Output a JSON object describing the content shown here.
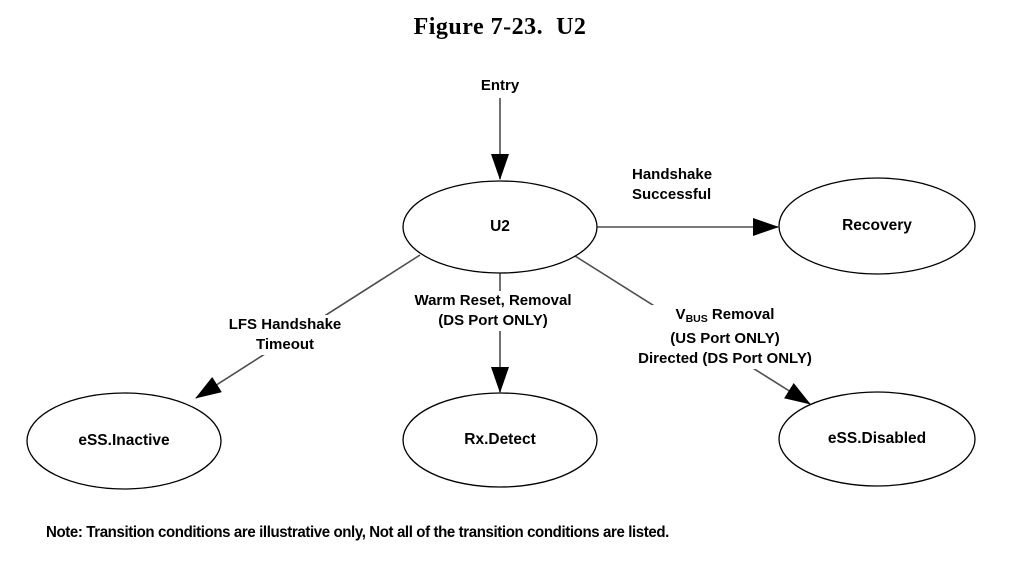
{
  "figure": {
    "title": "Figure 7-23.  U2",
    "note": "Note: Transition conditions are illustrative only, Not all of the transition conditions are listed."
  },
  "entry": {
    "label": "Entry"
  },
  "states": {
    "u2": {
      "label": "U2"
    },
    "recovery": {
      "label": "Recovery"
    },
    "ess_inactive": {
      "label": "eSS.Inactive"
    },
    "rx_detect": {
      "label": "Rx.Detect"
    },
    "ess_disabled": {
      "label": "eSS.Disabled"
    }
  },
  "transitions": {
    "handshake_successful": {
      "line1": "Handshake",
      "line2": "Successful"
    },
    "lfs_handshake_timeout": {
      "line1": "LFS Handshake",
      "line2": "Timeout"
    },
    "warm_reset_removal": {
      "line1": "Warm Reset, Removal",
      "line2": "(DS Port ONLY)"
    },
    "vbus_removal": {
      "pre": "V",
      "sub": "BUS",
      "post": " Removal",
      "line2": "(US Port ONLY)",
      "line3": "Directed (DS Port ONLY)"
    }
  },
  "colors": {
    "background": "#ffffff",
    "text": "#000000",
    "shape_stroke": "#000000",
    "connector": "#4d4d4d",
    "arrowhead": "#000000"
  }
}
